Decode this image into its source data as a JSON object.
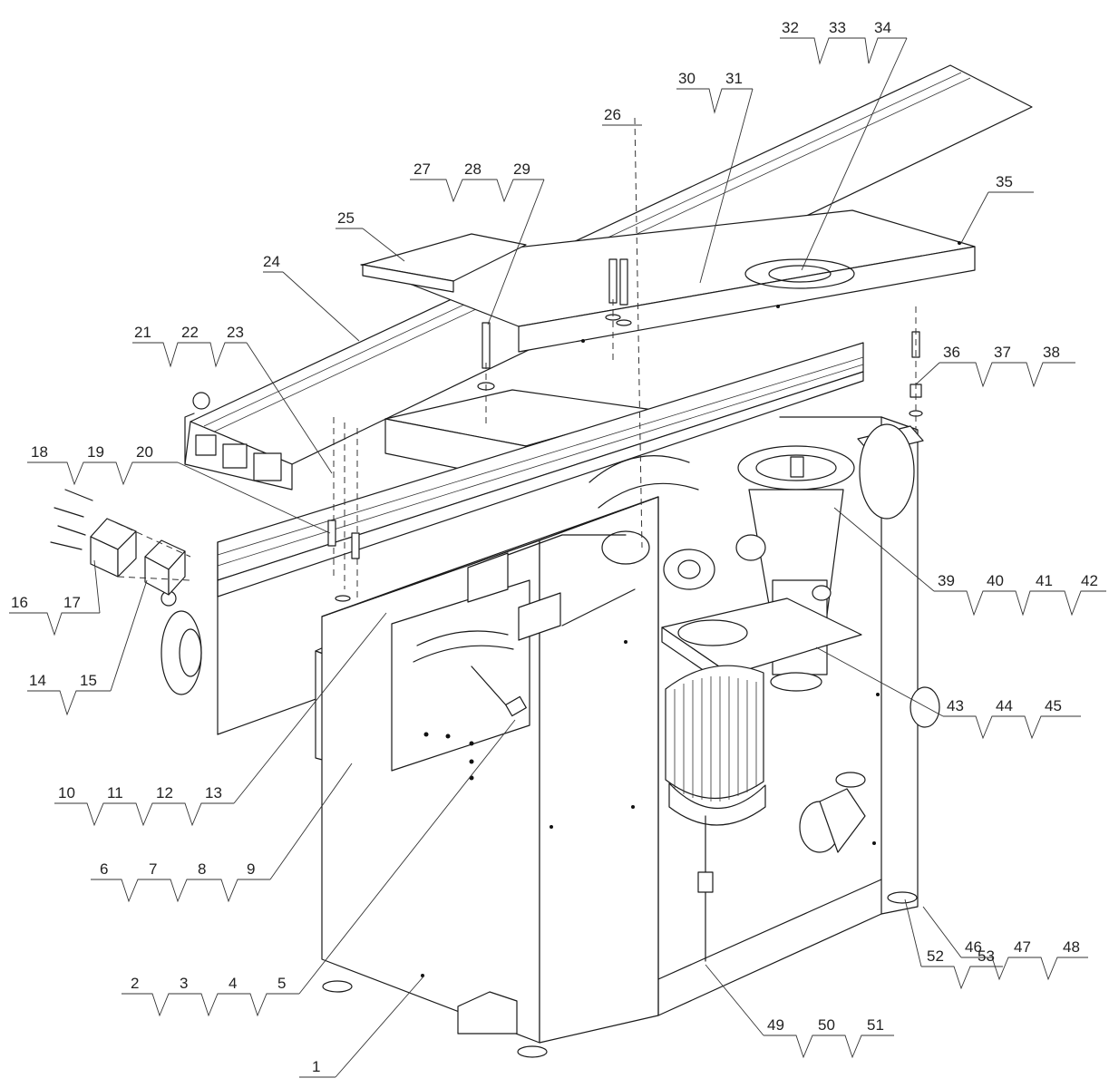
{
  "diagram": {
    "type": "exploded parts diagram",
    "callouts": [
      {
        "labels": [
          "32",
          "33",
          "34"
        ],
        "target": "table-insert-ring"
      },
      {
        "labels": [
          "30",
          "31"
        ],
        "target": "table-bolt-slot"
      },
      {
        "labels": [
          "26"
        ],
        "target": "cutter-guard"
      },
      {
        "labels": [
          "27",
          "28",
          "29"
        ],
        "target": "table-bolts"
      },
      {
        "labels": [
          "35"
        ],
        "target": "main-table"
      },
      {
        "labels": [
          "25"
        ],
        "target": "fence-plate"
      },
      {
        "labels": [
          "24"
        ],
        "target": "outfeed-rail"
      },
      {
        "labels": [
          "21",
          "22",
          "23"
        ],
        "target": "extrusion-bolts"
      },
      {
        "labels": [
          "36",
          "37",
          "38"
        ],
        "target": "table-stud-nut"
      },
      {
        "labels": [
          "18",
          "19",
          "20"
        ],
        "target": "rail-bolts"
      },
      {
        "labels": [
          "16",
          "17"
        ],
        "target": "end-cap-block"
      },
      {
        "labels": [
          "14",
          "15"
        ],
        "target": "end-cap-spacer"
      },
      {
        "labels": [
          "39",
          "40",
          "41",
          "42"
        ],
        "target": "spindle-housing"
      },
      {
        "labels": [
          "43",
          "44",
          "45"
        ],
        "target": "motor-bracket"
      },
      {
        "labels": [
          "10",
          "11",
          "12",
          "13"
        ],
        "target": "side-frame"
      },
      {
        "labels": [
          "6",
          "7",
          "8",
          "9"
        ],
        "target": "switch-box"
      },
      {
        "labels": [
          "2",
          "3",
          "4",
          "5"
        ],
        "target": "scale-panel"
      },
      {
        "labels": [
          "46",
          "47",
          "48"
        ],
        "target": "dust-port"
      },
      {
        "labels": [
          "52",
          "53"
        ],
        "target": "leveling-foot"
      },
      {
        "labels": [
          "49",
          "50",
          "51"
        ],
        "target": "belt-drive"
      },
      {
        "labels": [
          "1"
        ],
        "target": "cabinet"
      }
    ]
  }
}
